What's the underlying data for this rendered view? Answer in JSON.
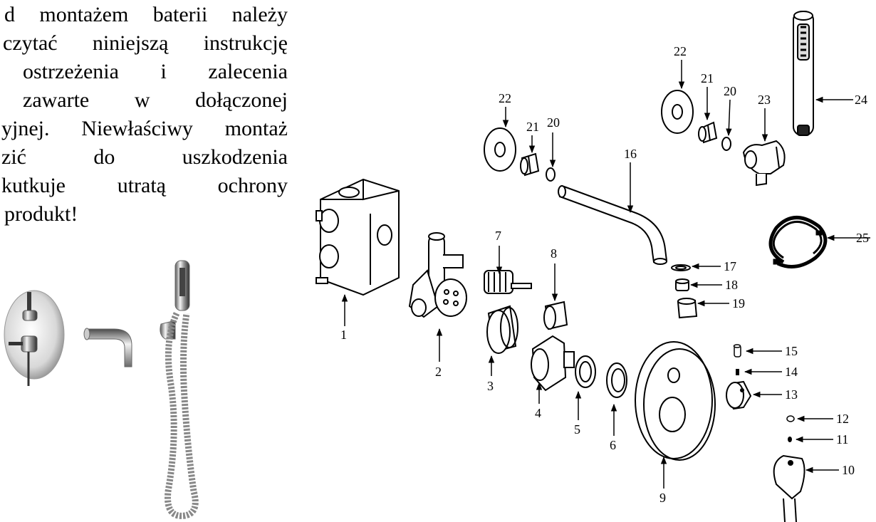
{
  "intro_lines": [
    {
      "words": [
        "d",
        "montażem",
        "baterii",
        "należy"
      ]
    },
    {
      "words": [
        "czytać",
        "niniejszą",
        "instrukcję"
      ]
    },
    {
      "words": [
        "ostrzeżenia",
        "i",
        "zalecenia"
      ]
    },
    {
      "words": [
        "zawarte",
        "w",
        "dołączonej"
      ]
    },
    {
      "words": [
        "yjnej.",
        "Niewłaściwy",
        "montaż"
      ]
    },
    {
      "words": [
        "zić",
        "do",
        "uszkodzenia"
      ]
    },
    {
      "words": [
        "kutkuje",
        "utratą",
        "ochrony"
      ]
    },
    {
      "words": [
        "produkt!"
      ]
    }
  ],
  "diagram": {
    "part_labels": [
      "1",
      "2",
      "3",
      "4",
      "5",
      "6",
      "7",
      "8",
      "9",
      "10",
      "11",
      "12",
      "13",
      "14",
      "15",
      "16",
      "17",
      "18",
      "19",
      "20",
      "21",
      "22",
      "22",
      "21",
      "20",
      "23",
      "24",
      "25"
    ]
  }
}
